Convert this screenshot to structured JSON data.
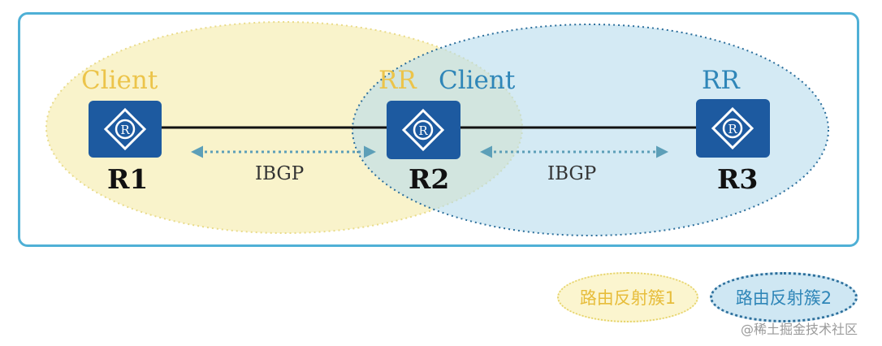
{
  "colors": {
    "frame": "#4fb0d6",
    "cluster1_fill": "#f7efb9",
    "cluster2_fill": "#b8dced",
    "router": "#1d5aa0",
    "client_yellow": "#ecc44a",
    "client_blue": "#2f86b8"
  },
  "icon": "router-icon",
  "labels": {
    "r1_role": "Client",
    "r2_role_rr": "RR",
    "r2_role_client": "Client",
    "r3_role": "RR"
  },
  "routers": [
    "R1",
    "R2",
    "R3"
  ],
  "links": [
    "IBGP",
    "IBGP"
  ],
  "legend": [
    "路由反射簇1",
    "路由反射簇2"
  ],
  "watermark": "@稀土掘金技术社区"
}
